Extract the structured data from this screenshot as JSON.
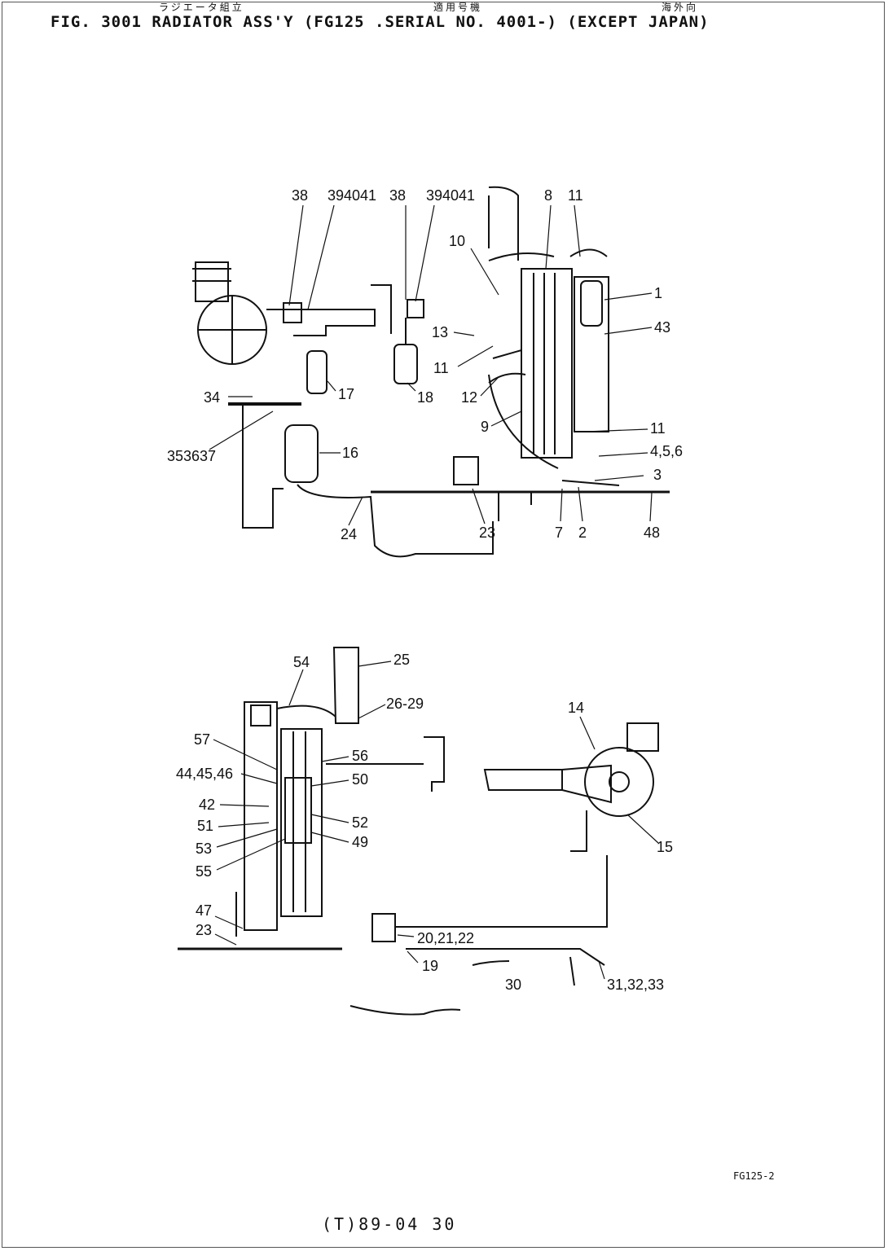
{
  "header": {
    "title": "FIG. 3001  RADIATOR ASS'Y  (FG125 .SERIAL NO. 4001-) (EXCEPT JAPAN)",
    "jp_line_left": "ラジエータ組立",
    "jp_line_mid": "適用号機",
    "jp_line_right": "海外向"
  },
  "drawing_code": "FG125-2",
  "footer_code": "(T)89-04 30",
  "callouts_top": {
    "c38a": "38",
    "c394041a": "394041",
    "c38b": "38",
    "c394041b": "394041",
    "c8": "8",
    "c11a": "11",
    "c10": "10",
    "c1": "1",
    "c43": "43",
    "c13": "13",
    "c11b": "11",
    "c12": "12",
    "c17": "17",
    "c18": "18",
    "c34": "34",
    "c9": "9",
    "c11c": "11",
    "c456": "4,5,6",
    "c353637": "353637",
    "c16": "16",
    "c3": "3",
    "c24": "24",
    "c23": "23",
    "c7": "7",
    "c2": "2",
    "c48": "48"
  },
  "callouts_bottom": {
    "c54": "54",
    "c25": "25",
    "c2629": "26-29",
    "c14": "14",
    "c57": "57",
    "c56": "56",
    "c444546": "44,45,46",
    "c50": "50",
    "c42": "42",
    "c52": "52",
    "c51": "51",
    "c49": "49",
    "c53": "53",
    "c55": "55",
    "c15": "15",
    "c47": "47",
    "c23": "23",
    "c202122": "20,21,22",
    "c19": "19",
    "c30": "30",
    "c313233": "31,32,33"
  }
}
